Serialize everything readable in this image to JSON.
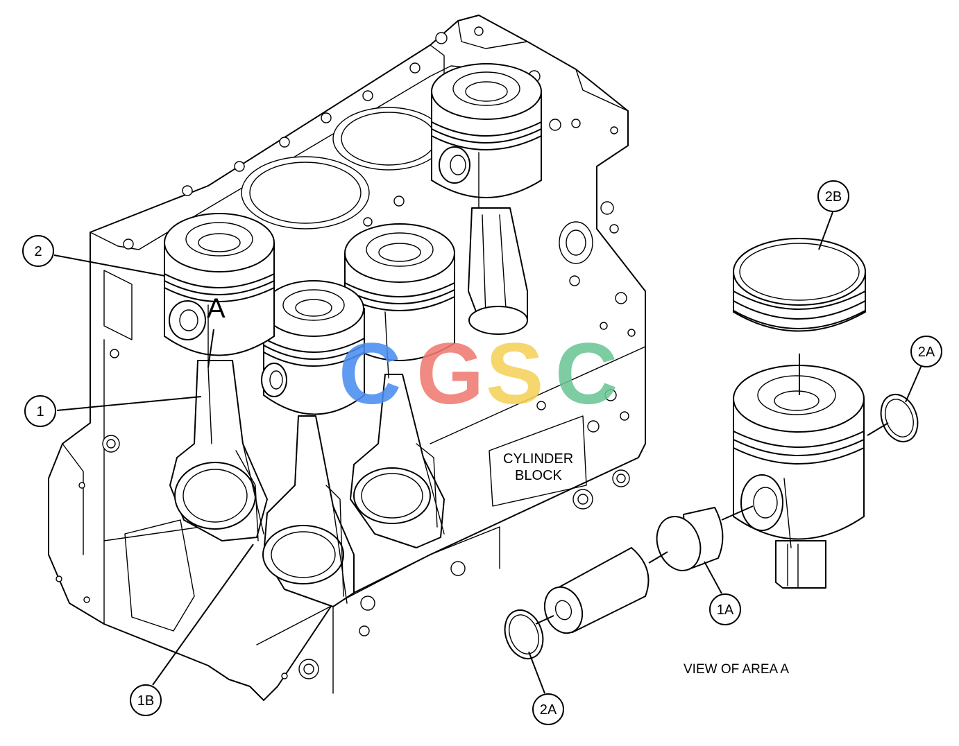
{
  "callouts": {
    "c1": "1",
    "c2": "2",
    "c1a": "1A",
    "c1b": "1B",
    "c2a_top": "2A",
    "c2a_bottom": "2A",
    "c2b": "2B"
  },
  "labels": {
    "area_marker": "A",
    "cylinder_block_line1": "CYLINDER",
    "cylinder_block_line2": "BLOCK",
    "view_caption": "VIEW OF AREA  A"
  },
  "watermark": {
    "letters": [
      "C",
      "G",
      "S",
      "C"
    ],
    "colors": [
      "#4a8ef0",
      "#f07a72",
      "#f5d25a",
      "#6cc596"
    ]
  }
}
